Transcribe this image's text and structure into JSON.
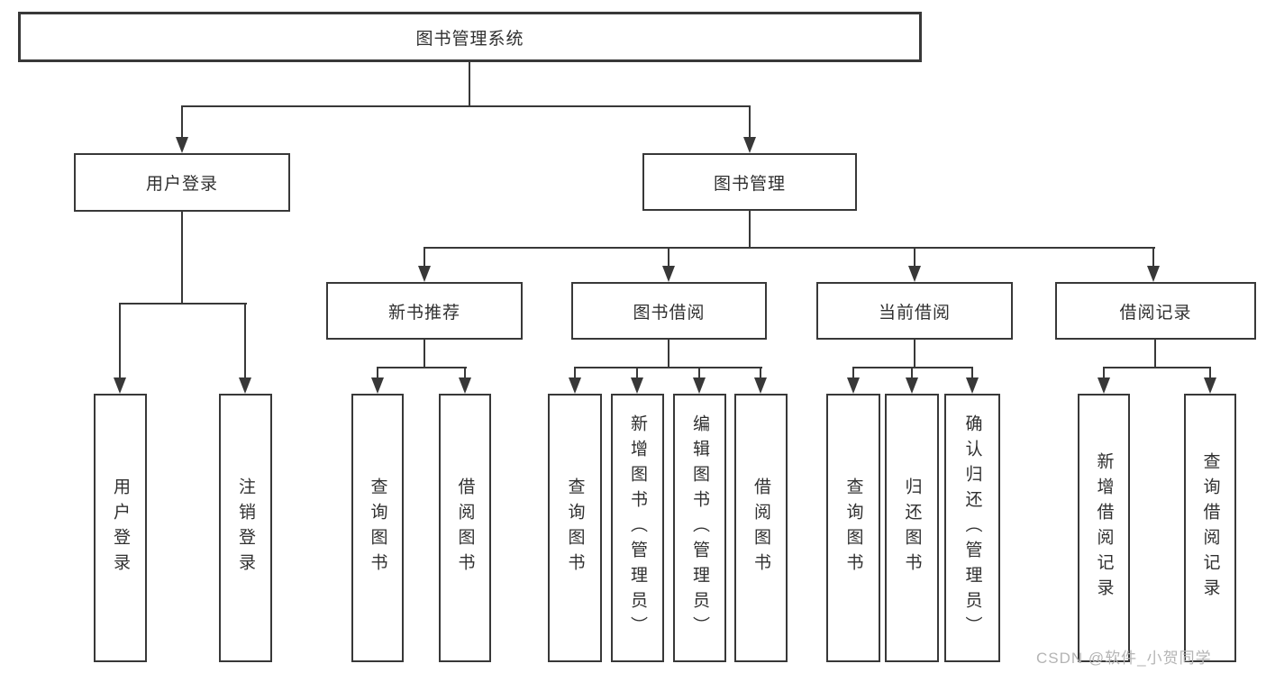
{
  "diagram": {
    "title": "图书管理系统",
    "level2": [
      {
        "label": "用户登录"
      },
      {
        "label": "图书管理"
      }
    ],
    "level3": [
      {
        "label": "新书推荐"
      },
      {
        "label": "图书借阅"
      },
      {
        "label": "当前借阅"
      },
      {
        "label": "借阅记录"
      }
    ],
    "leaves": {
      "user": [
        {
          "label": "用户登录"
        },
        {
          "label": "注销登录"
        }
      ],
      "newbook": [
        {
          "label": "查询图书"
        },
        {
          "label": "借阅图书"
        }
      ],
      "borrow": [
        {
          "label": "查询图书"
        },
        {
          "label": "新增图书（管理员）"
        },
        {
          "label": "编辑图书（管理员）"
        },
        {
          "label": "借阅图书"
        }
      ],
      "current": [
        {
          "label": "查询图书"
        },
        {
          "label": "归还图书"
        },
        {
          "label": "确认归还（管理员）"
        }
      ],
      "record": [
        {
          "label": "新增借阅记录"
        },
        {
          "label": "查询借阅记录"
        }
      ]
    },
    "watermark": "CSDN @软件_小贺同学",
    "colors": {
      "line": "#383838",
      "text": "#303030",
      "watermark": "#b4b4b4",
      "background": "#ffffff"
    }
  }
}
